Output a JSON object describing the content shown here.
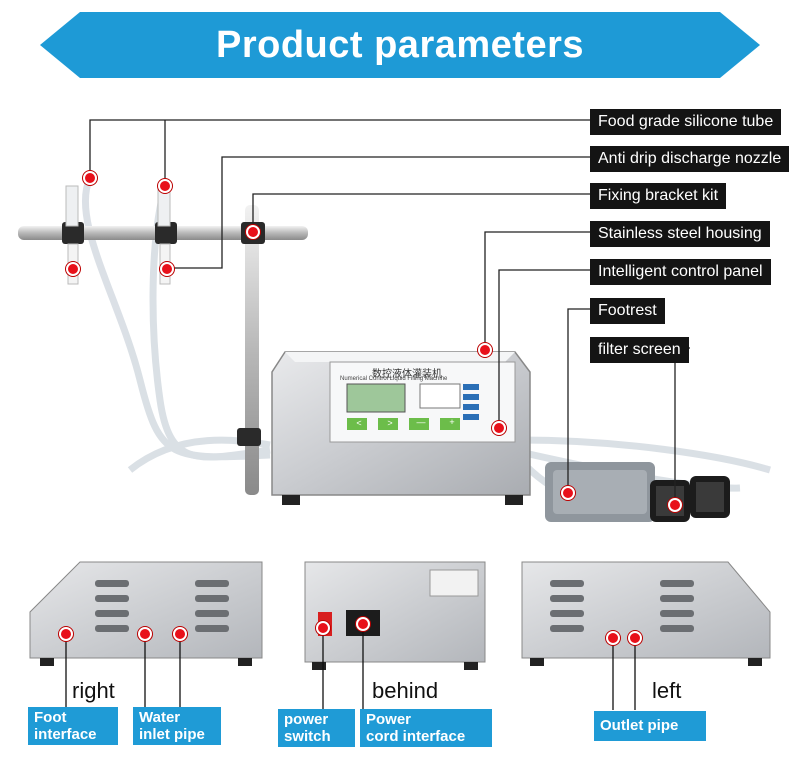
{
  "banner": {
    "title": "Product parameters",
    "color": "#1e9ad6"
  },
  "callouts": [
    {
      "label": "Food grade silicone tube"
    },
    {
      "label": "Anti drip discharge nozzle"
    },
    {
      "label": "Fixing bracket kit"
    },
    {
      "label": "Stainless steel housing"
    },
    {
      "label": "Intelligent control panel"
    },
    {
      "label": "Footrest"
    },
    {
      "label": "filter screen"
    }
  ],
  "panel": {
    "title_cn": "数控液体灌装机",
    "title_en": "Numerical Control Liquid Filling Machine",
    "buttons": [
      "<",
      ">",
      "—",
      "+"
    ]
  },
  "views": {
    "right": {
      "label": "right",
      "notes": [
        {
          "lines": [
            "Foot",
            "interface"
          ]
        },
        {
          "lines": [
            "Water",
            "inlet pipe"
          ]
        }
      ]
    },
    "behind": {
      "label": "behind",
      "notes": [
        {
          "lines": [
            "power",
            "switch"
          ]
        },
        {
          "lines": [
            "Power",
            "cord interface"
          ]
        }
      ]
    },
    "left": {
      "label": "left",
      "notes": [
        {
          "lines": [
            "Outlet pipe"
          ]
        }
      ]
    }
  },
  "colors": {
    "accent_blue": "#1f9bd6",
    "marker_red": "#e8101a",
    "label_black": "#141414"
  }
}
